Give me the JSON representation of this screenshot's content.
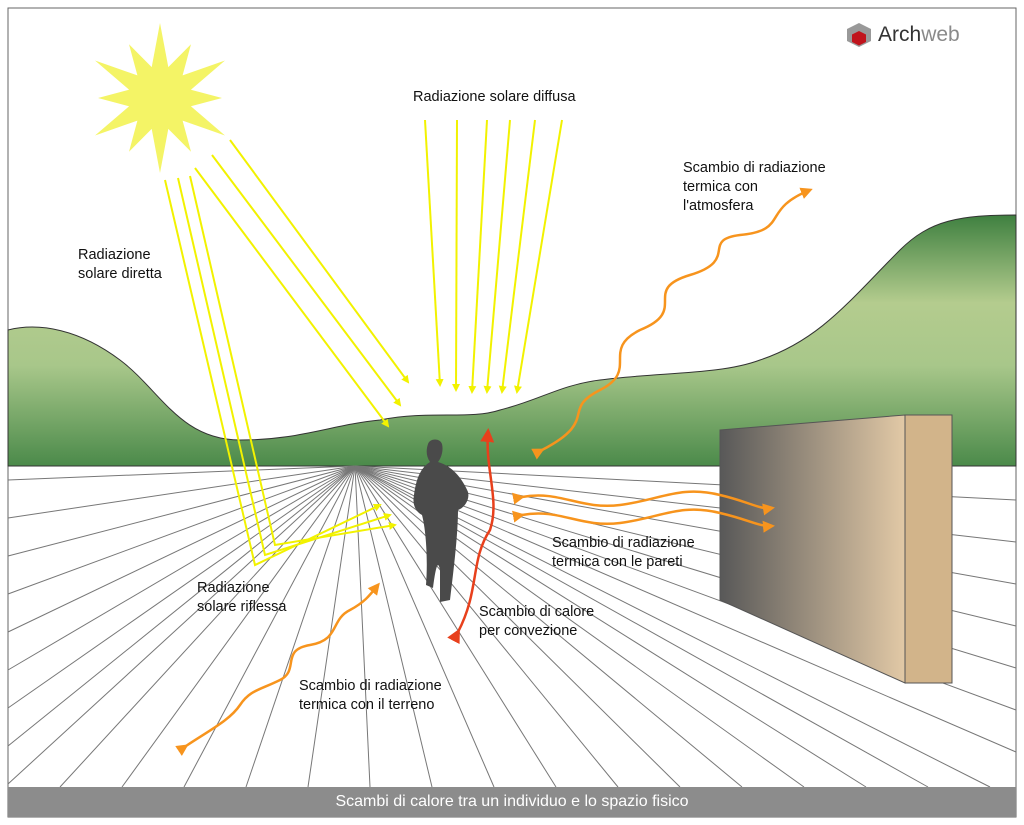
{
  "logo": {
    "part1": "Arch",
    "part2": "web"
  },
  "labels": {
    "diffuse": "Radiazione solare diffusa",
    "direct": [
      "Radiazione",
      "solare diretta"
    ],
    "atmosphere": [
      "Scambio di radiazione",
      "termica con",
      "l'atmosfera"
    ],
    "walls": [
      "Scambio di radiazione",
      "termica con le pareti"
    ],
    "reflected": [
      "Radiazione",
      "solare riflessa"
    ],
    "convection": [
      "Scambio di calore",
      "per convezione"
    ],
    "ground": [
      "Scambio di radiazione",
      "termica con il terreno"
    ]
  },
  "caption": "Scambi di calore tra un individuo e lo spazio fisico",
  "colors": {
    "sun": "#f4f466",
    "rays": "#f2f200",
    "thermal": "#f7941d",
    "convection": "#e8401c",
    "caption_bg": "#8c8c8c"
  }
}
